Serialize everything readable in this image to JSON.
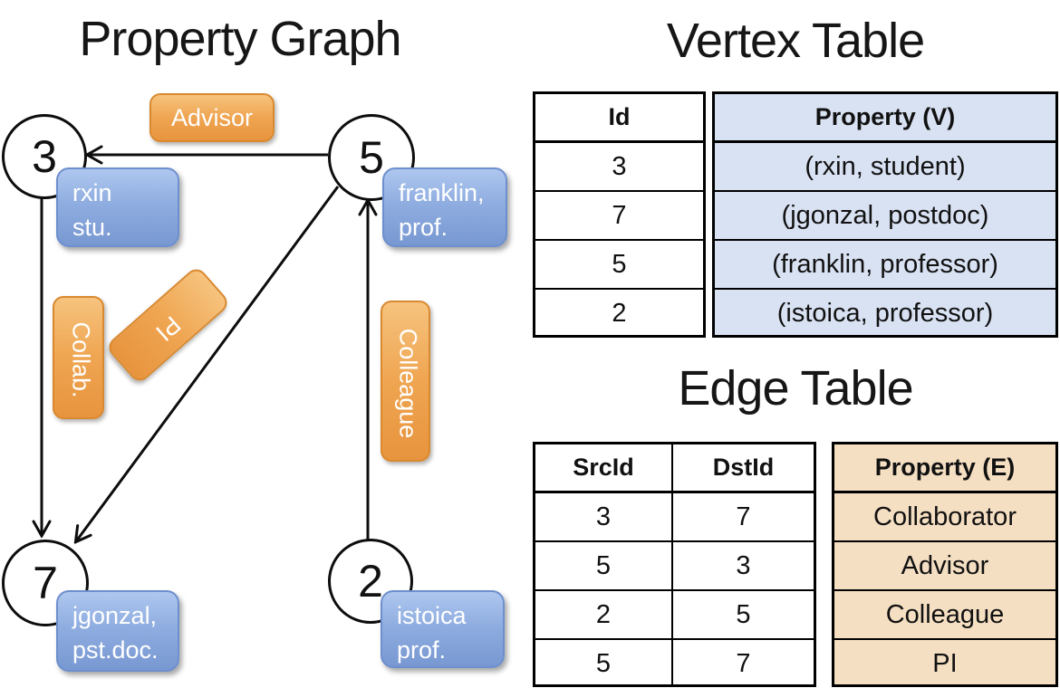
{
  "graph": {
    "title": "Property Graph",
    "nodes": [
      {
        "id": "3",
        "prop_line1": "rxin",
        "prop_line2": "stu."
      },
      {
        "id": "5",
        "prop_line1": "franklin,",
        "prop_line2": "prof."
      },
      {
        "id": "7",
        "prop_line1": "jgonzal,",
        "prop_line2": "pst.doc."
      },
      {
        "id": "2",
        "prop_line1": "istoica",
        "prop_line2": "prof."
      }
    ],
    "edge_labels": {
      "advisor": "Advisor",
      "collab": "Collab.",
      "pi": "PI",
      "colleague": "Colleague"
    }
  },
  "vertex_table": {
    "title": "Vertex Table",
    "columns": {
      "id": "Id",
      "property": "Property (V)"
    },
    "rows": [
      {
        "id": "3",
        "property": "(rxin, student)"
      },
      {
        "id": "7",
        "property": "(jgonzal, postdoc)"
      },
      {
        "id": "5",
        "property": "(franklin, professor)"
      },
      {
        "id": "2",
        "property": "(istoica, professor)"
      }
    ]
  },
  "edge_table": {
    "title": "Edge Table",
    "columns": {
      "src": "SrcId",
      "dst": "DstId",
      "property": "Property (E)"
    },
    "rows": [
      {
        "src": "3",
        "dst": "7",
        "property": "Collaborator"
      },
      {
        "src": "5",
        "dst": "3",
        "property": "Advisor"
      },
      {
        "src": "2",
        "dst": "5",
        "property": "Colleague"
      },
      {
        "src": "5",
        "dst": "7",
        "property": "PI"
      }
    ]
  },
  "colors": {
    "edge_label_orange": "#ee9b44",
    "vertex_prop_blue": "#86a7dc",
    "vertex_table_fill": "#d9e2f3",
    "edge_table_fill": "#f5dfc3",
    "line_black": "#0d0d0d"
  }
}
